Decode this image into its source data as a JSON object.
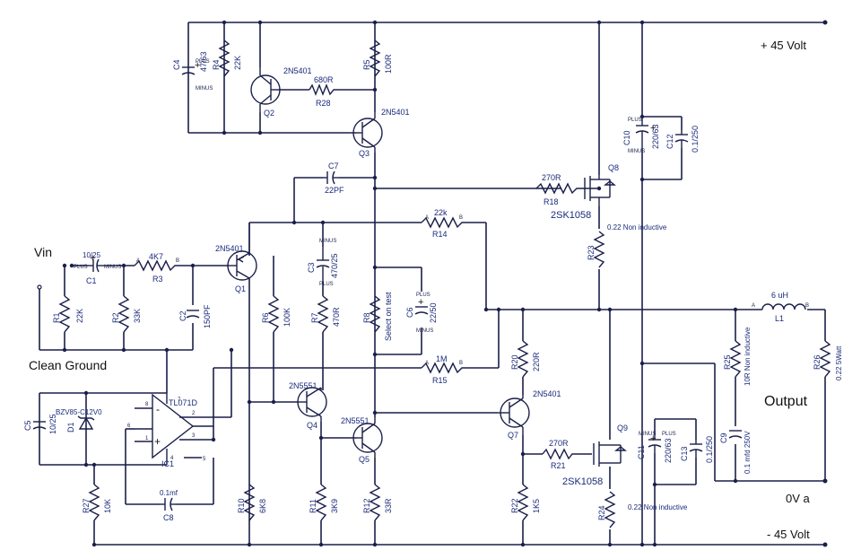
{
  "rails": {
    "plus": "+ 45 Volt",
    "minus": "- 45  Volt",
    "zero": "0V a"
  },
  "ports": {
    "vin": "Vin",
    "clean_ground": "Clean Ground",
    "output": "Output"
  },
  "resistors": [
    {
      "ref": "R1",
      "value": "22K"
    },
    {
      "ref": "R2",
      "value": "33K"
    },
    {
      "ref": "R3",
      "value": "4K7"
    },
    {
      "ref": "R4",
      "value": "22K"
    },
    {
      "ref": "R5",
      "value": "100R"
    },
    {
      "ref": "R6",
      "value": "100K"
    },
    {
      "ref": "R7",
      "value": "470R"
    },
    {
      "ref": "R8",
      "value": "Select on test"
    },
    {
      "ref": "R10",
      "value": "6K8"
    },
    {
      "ref": "R11",
      "value": "3K9"
    },
    {
      "ref": "R12",
      "value": "33R"
    },
    {
      "ref": "R14",
      "value": "22k"
    },
    {
      "ref": "R15",
      "value": "1M"
    },
    {
      "ref": "R18",
      "value": "270R"
    },
    {
      "ref": "R20",
      "value": "220R"
    },
    {
      "ref": "R21",
      "value": "270R"
    },
    {
      "ref": "R22",
      "value": "1K5"
    },
    {
      "ref": "R23",
      "value": "0.22 Non inductive"
    },
    {
      "ref": "R24",
      "value": "0.22 Non inductive"
    },
    {
      "ref": "R25",
      "value": "10R Non inductive"
    },
    {
      "ref": "R26",
      "value": "0.22 5Watt"
    },
    {
      "ref": "R27",
      "value": "10K"
    },
    {
      "ref": "R28",
      "value": "680R"
    }
  ],
  "capacitors": [
    {
      "ref": "C1",
      "value": "10/25"
    },
    {
      "ref": "C2",
      "value": "150PF"
    },
    {
      "ref": "C3",
      "value": "470/25"
    },
    {
      "ref": "C4",
      "value": "47/63"
    },
    {
      "ref": "C5",
      "value": "10/25"
    },
    {
      "ref": "C6",
      "value": "22/50"
    },
    {
      "ref": "C7",
      "value": "22PF"
    },
    {
      "ref": "C8",
      "value": "0.1mf"
    },
    {
      "ref": "C9",
      "value": "0.1 mfd 250V"
    },
    {
      "ref": "C10",
      "value": "220/63"
    },
    {
      "ref": "C11",
      "value": "220/63"
    },
    {
      "ref": "C12",
      "value": "0.1/250"
    },
    {
      "ref": "C13",
      "value": "0.1/250"
    }
  ],
  "transistors": [
    {
      "ref": "Q1",
      "type": "2N5401"
    },
    {
      "ref": "Q2",
      "type": "2N5401"
    },
    {
      "ref": "Q3",
      "type": "2N5401"
    },
    {
      "ref": "Q4",
      "type": "2N5551"
    },
    {
      "ref": "Q5",
      "type": "2N5551"
    },
    {
      "ref": "Q7",
      "type": "2N5401"
    },
    {
      "ref": "Q8",
      "type": "2SK1058"
    },
    {
      "ref": "Q9",
      "type": "2SK1058"
    }
  ],
  "others": {
    "ic1_ref": "IC1",
    "ic1_type": "TL071D",
    "d1_ref": "D1",
    "d1_type": "BZV85-C12V0",
    "l1_ref": "L1",
    "l1_value": "6 uH"
  },
  "pin_labels": {
    "a": "A",
    "b": "B",
    "plus": "PLUS",
    "minus": "MINUS"
  },
  "pin_numbers": [
    "1",
    "2",
    "3",
    "4",
    "5",
    "6",
    "7",
    "8"
  ],
  "op_signs": {
    "minus": "-",
    "plus": "+"
  },
  "pol_plus": "+"
}
